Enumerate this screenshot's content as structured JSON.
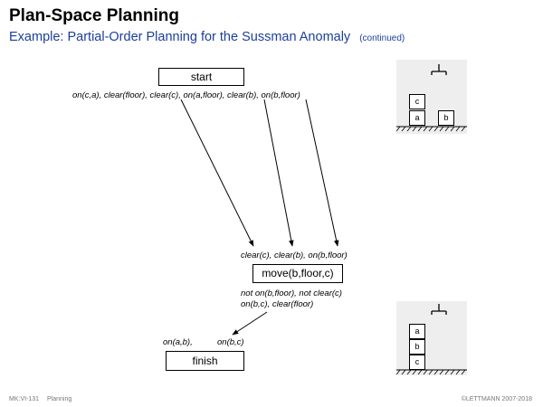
{
  "header": {
    "title": "Plan-Space Planning",
    "subtitle": "Example: Partial-Order Planning for the Sussman Anomaly",
    "subtitle_note": "(continued)"
  },
  "nodes": {
    "start": {
      "label": "start",
      "effects": "on(c,a), clear(floor), clear(c), on(a,floor), clear(b), on(b,floor)"
    },
    "move": {
      "label": "move(b,floor,c)",
      "preconditions": "clear(c), clear(b), on(b,floor)",
      "effects_line1": "not on(b,floor), not clear(c)",
      "effects_line2": "on(b,c), clear(floor)"
    },
    "finish": {
      "label": "finish",
      "precondition_1": "on(a,b),",
      "precondition_2": "on(b,c)"
    }
  },
  "blocks_initial": {
    "stack_left": [
      "c",
      "a"
    ],
    "stack_right": [
      "b"
    ]
  },
  "blocks_goal": {
    "stack": [
      "a",
      "b",
      "c"
    ]
  },
  "footer": {
    "course": "MK:VI-131",
    "topic": "Planning",
    "copyright": "©LETTMANN 2007-2018"
  }
}
